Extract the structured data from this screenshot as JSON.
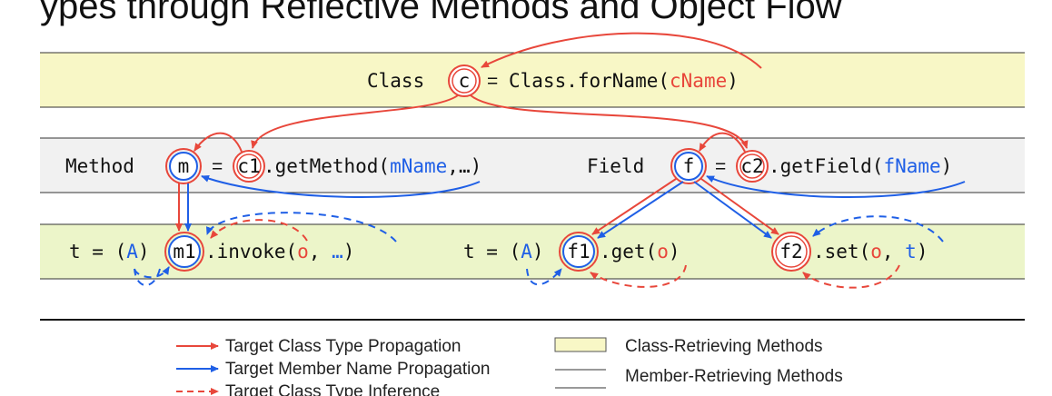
{
  "colors": {
    "red": "#e8473b",
    "blue": "#1f5fe6",
    "ink": "#111111",
    "yellow_band": "#f8f7c6",
    "gray_band": "#f1f1f1",
    "green_band": "#ecf5c9"
  },
  "header": {
    "title_fragment": "ypes through Reflective Methods and Object Flow"
  },
  "row1": {
    "type": "Class",
    "node": "c",
    "equals": "=",
    "call": "Class.forName(",
    "arg": "cName",
    "close": ")"
  },
  "row2": {
    "left": {
      "type": "Method",
      "node": "m",
      "equals": "=",
      "recv": "c1",
      "call": ".getMethod(",
      "arg": "mName",
      "rest": ",…)"
    },
    "right": {
      "type": "Field",
      "node": "f",
      "equals": "=",
      "recv": "c2",
      "call": ".getField(",
      "arg": "fName",
      "close": ")"
    }
  },
  "row3": {
    "invoke": {
      "prefix": "t = (",
      "cast": "A",
      "castclose": ")",
      "node": "m1",
      "call": ".invoke(",
      "arg1": "o",
      "sep": ", ",
      "arg2": "…",
      "close": ")"
    },
    "get": {
      "prefix": "t = (",
      "cast": "A",
      "castclose": ")",
      "node": "f1",
      "call": ".get(",
      "arg": "o",
      "close": ")"
    },
    "set": {
      "node": "f2",
      "call": ".set(",
      "arg1": "o",
      "sep": ", ",
      "arg2": "t",
      "close": ")"
    }
  },
  "legend": {
    "items": [
      {
        "label": "Target Class Type Propagation",
        "style": "red-solid"
      },
      {
        "label": "Target Member Name Propagation",
        "style": "blue-solid"
      },
      {
        "label": "Target Class Type Inference",
        "style": "red-dashed"
      }
    ],
    "bands": [
      {
        "label": "Class-Retrieving Methods",
        "style": "yellow"
      },
      {
        "label": "Member-Retrieving Methods",
        "style": "gray"
      }
    ]
  }
}
